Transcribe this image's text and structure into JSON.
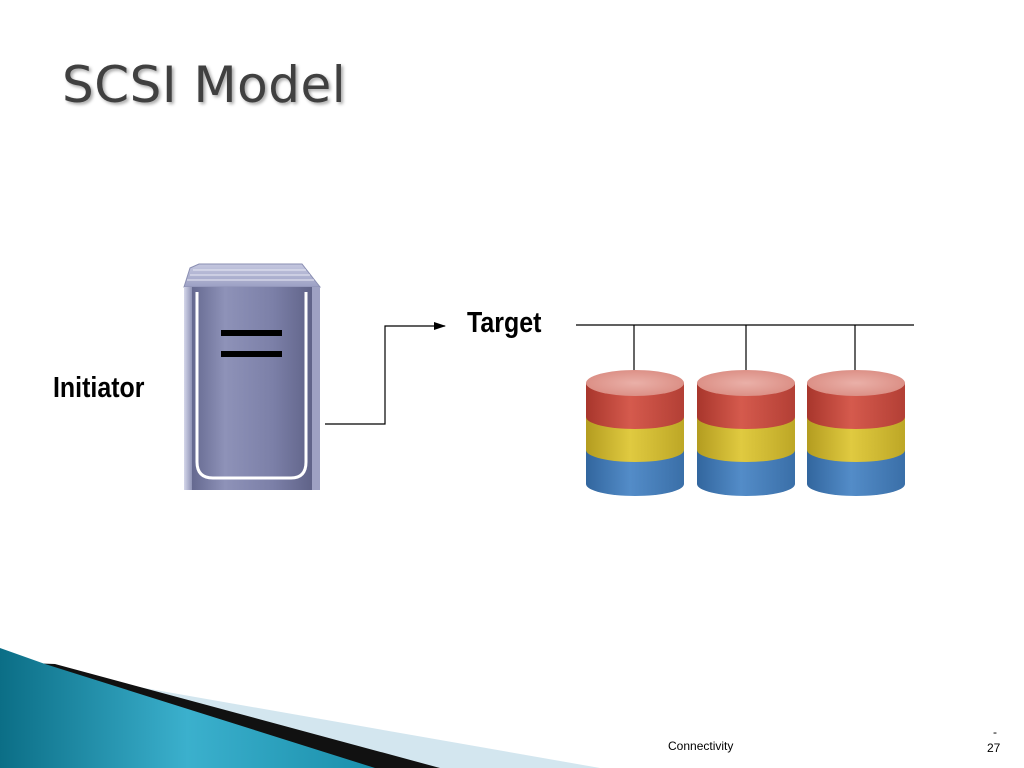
{
  "slide": {
    "title": "SCSI Model",
    "footer_text": "Connectivity",
    "page_dash": "-",
    "page_number": "27"
  },
  "diagram": {
    "initiator_label": "Initiator",
    "target_label": "Target",
    "disk_count": 3,
    "colors": {
      "server_body": "#7c80a8",
      "disk_top": "#e39a92",
      "disk_red": "#cc4f43",
      "disk_yellow": "#d9c33a",
      "disk_blue": "#4a82c0",
      "footer_dark": "#0e7a94",
      "footer_light": "#d5e8f1"
    }
  }
}
